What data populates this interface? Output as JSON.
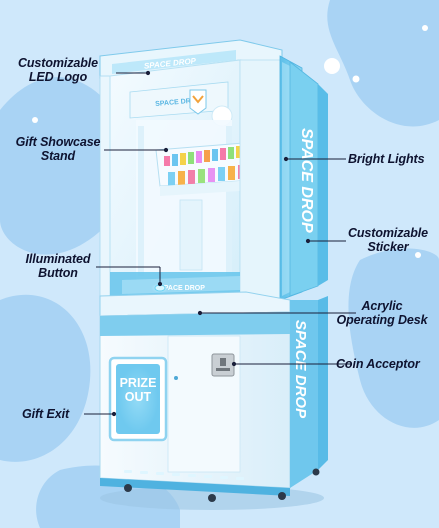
{
  "product": {
    "name": "SPACE DROP",
    "exit_sign": [
      "PRIZE",
      "OUT"
    ],
    "colors": {
      "background": "#cfe8fb",
      "blob": "#9fcdf3",
      "cabinet_blue": "#6fc6ec",
      "cabinet_white": "#eef7fd",
      "label_text": "#0e1330",
      "glow": "#8fe0ff"
    }
  },
  "labels": {
    "led_logo": [
      "Customizable",
      "LED Logo"
    ],
    "showcase": [
      "Gift Showcase",
      "Stand"
    ],
    "bright_lights": "Bright Lights",
    "sticker": [
      "Customizable",
      "Sticker"
    ],
    "illuminated_button": [
      "Illuminated",
      "Button"
    ],
    "acrylic_desk": [
      "Acrylic",
      "Operating Desk"
    ],
    "coin_acceptor": "Coin Acceptor",
    "gift_exit": "Gift Exit"
  }
}
